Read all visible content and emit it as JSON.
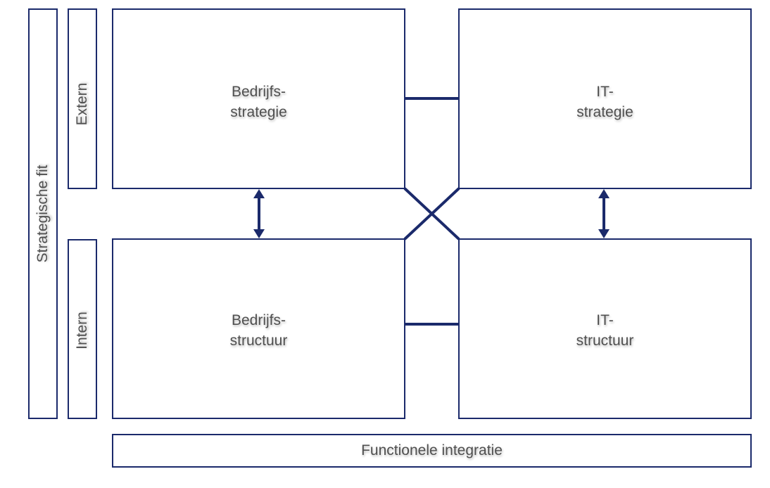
{
  "side_labels": {
    "strategic_fit": "Strategische fit",
    "external": "Extern",
    "internal": "Intern"
  },
  "quadrants": {
    "business_strategy": {
      "line1": "Bedrijfs-",
      "line2": "strategie"
    },
    "it_strategy": {
      "line1": "IT-",
      "line2": "strategie"
    },
    "business_structure": {
      "line1": "Bedrijfs-",
      "line2": "structuur"
    },
    "it_structure": {
      "line1": "IT-",
      "line2": "structuur"
    }
  },
  "bottom_label": "Functionele integratie",
  "colors": {
    "border": "#1b2a6b",
    "text": "#505050"
  }
}
